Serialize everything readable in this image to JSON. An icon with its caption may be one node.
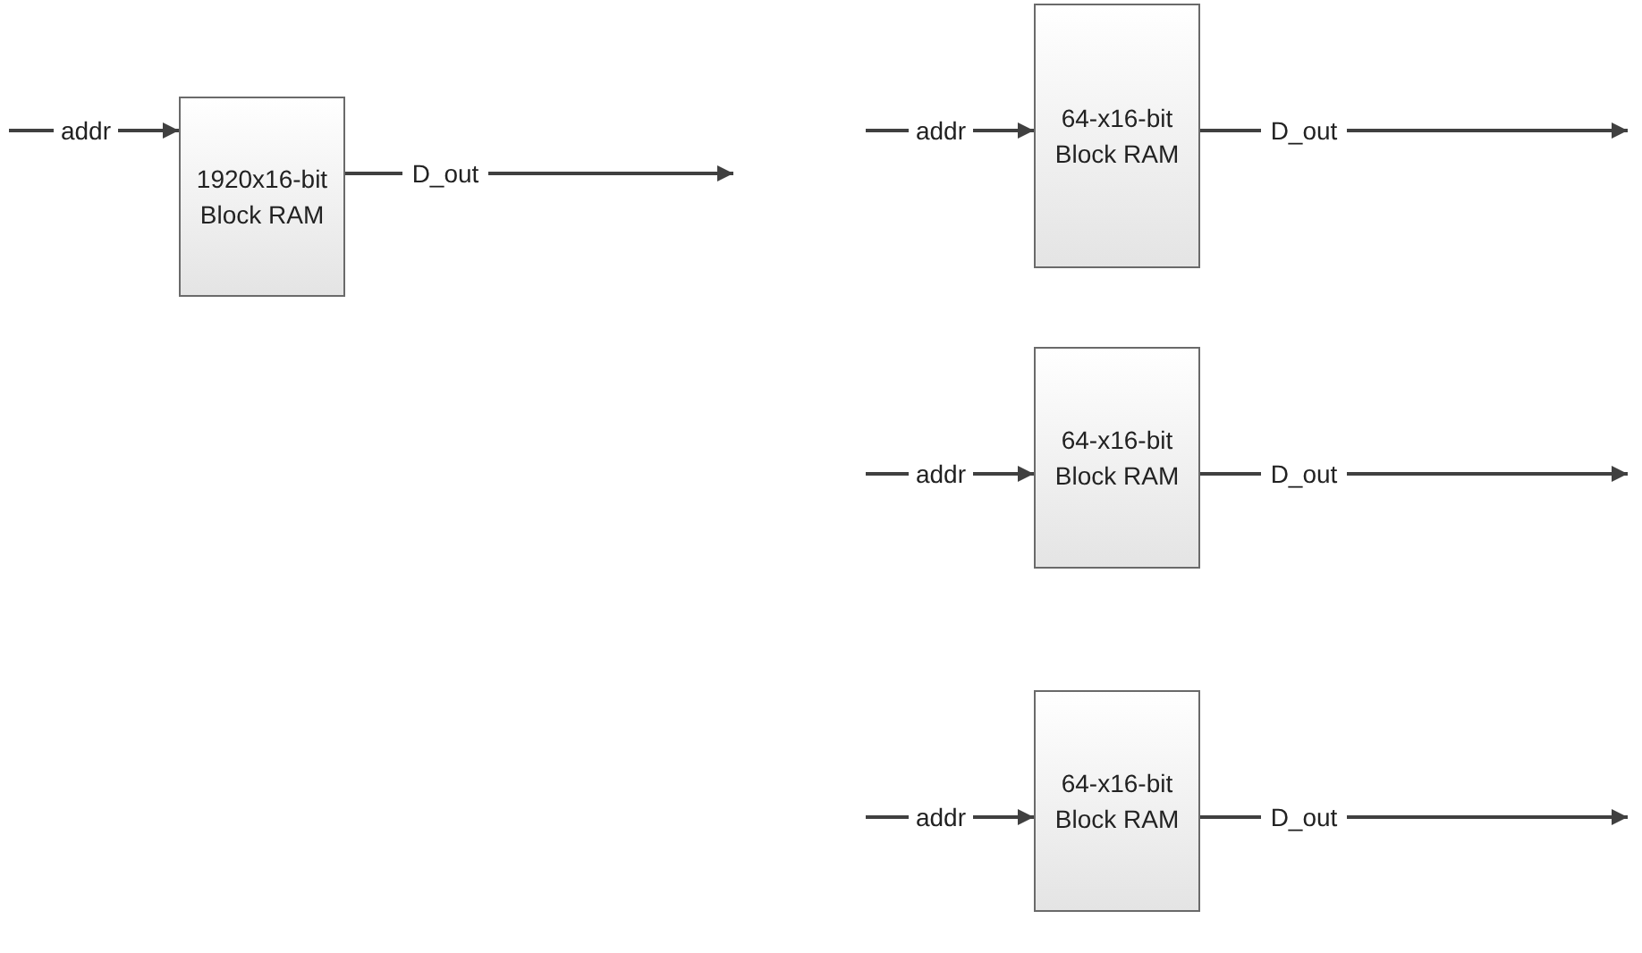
{
  "diagram": {
    "nodes": [
      {
        "text": [
          "addr"
        ]
      },
      {
        "text": [
          "1920x16-bit Block RAM"
        ]
      },
      {
        "text": [
          "D_out"
        ]
      },
      {
        "text": [
          "addr"
        ]
      },
      {
        "text": [
          "64-x16-bit Block RAM"
        ]
      },
      {
        "text": [
          "D_out"
        ]
      },
      {
        "text": [
          "addr"
        ]
      },
      {
        "text": [
          "64-x16-bit Block RAM"
        ]
      },
      {
        "text": [
          "D_out"
        ]
      },
      {
        "text": [
          "addr"
        ]
      },
      {
        "text": [
          "64-x16-bit Block RAM"
        ]
      },
      {
        "text": [
          "D_out"
        ]
      }
    ],
    "edges": [
      {
        "from": null,
        "to": 0,
        "arrow": "none"
      },
      {
        "from": 0,
        "to": 1,
        "arrow": "to"
      },
      {
        "from": 1,
        "to": 2,
        "arrow": "none"
      },
      {
        "from": 2,
        "to": null,
        "arrow": "to"
      },
      {
        "from": null,
        "to": 3,
        "arrow": "none"
      },
      {
        "from": 3,
        "to": 4,
        "arrow": "to"
      },
      {
        "from": 4,
        "to": 5,
        "arrow": "none"
      },
      {
        "from": 5,
        "to": null,
        "arrow": "to"
      },
      {
        "from": null,
        "to": 6,
        "arrow": "none"
      },
      {
        "from": 6,
        "to": 7,
        "arrow": "to"
      },
      {
        "from": 7,
        "to": 8,
        "arrow": "none"
      },
      {
        "from": 8,
        "to": null,
        "arrow": "to"
      },
      {
        "from": null,
        "to": 9,
        "arrow": "none"
      },
      {
        "from": 9,
        "to": 10,
        "arrow": "to"
      },
      {
        "from": 10,
        "to": 11,
        "arrow": "none"
      },
      {
        "from": 11,
        "to": null,
        "arrow": "to"
      }
    ]
  }
}
